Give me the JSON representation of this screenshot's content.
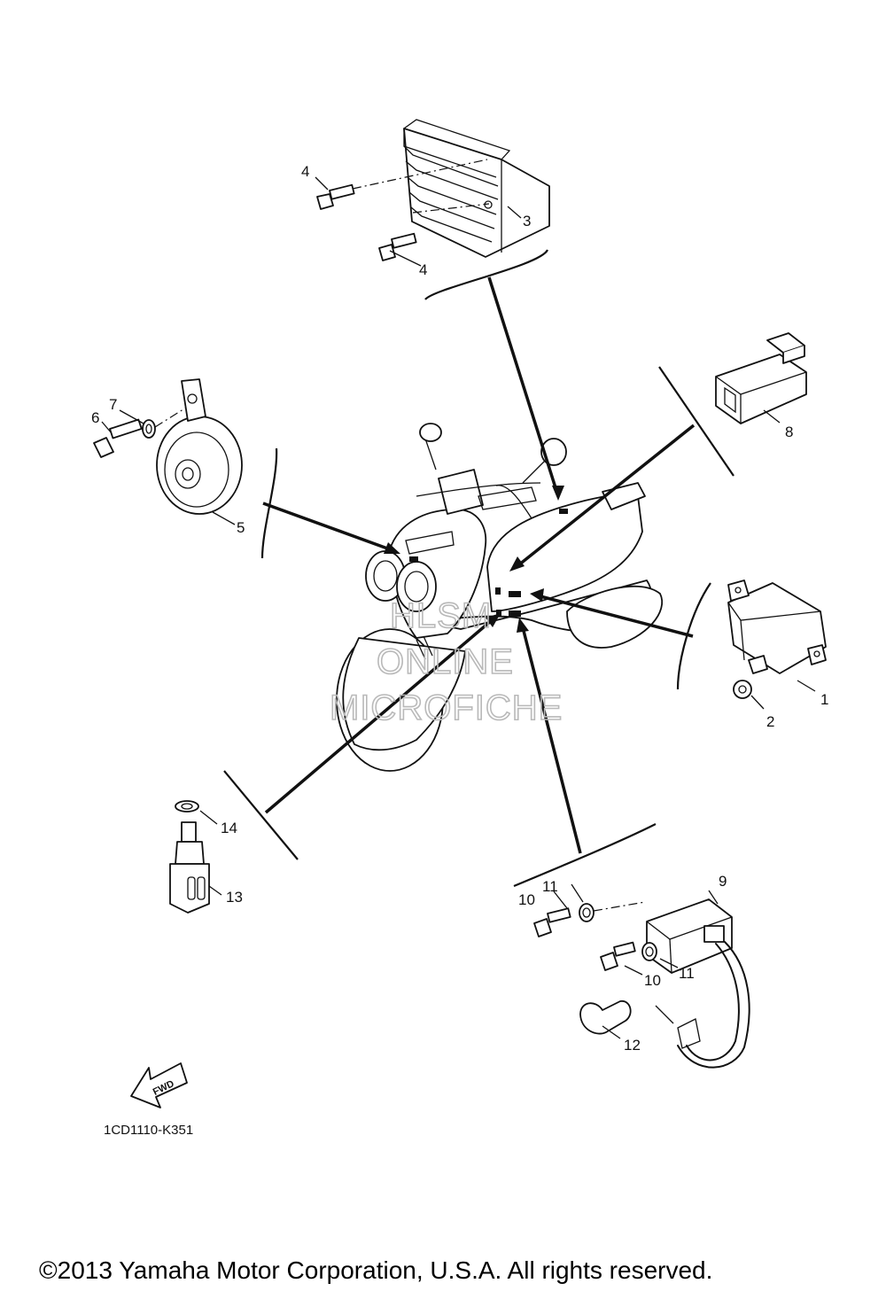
{
  "callouts": {
    "n1": "1",
    "n2": "2",
    "n3": "3",
    "n4a": "4",
    "n4b": "4",
    "n5": "5",
    "n6": "6",
    "n7": "7",
    "n8": "8",
    "n9": "9",
    "n10a": "10",
    "n10b": "10",
    "n11a": "11",
    "n11b": "11",
    "n12": "12",
    "n13": "13",
    "n14": "14"
  },
  "fwd_label": "FWD",
  "diagram_code": "1CD1110-K351",
  "watermark": {
    "line1": "HLSM",
    "line2": "ONLINE",
    "line3": "MICROFICHE"
  },
  "copyright": "©2013 Yamaha Motor Corporation, U.S.A. All rights reserved."
}
